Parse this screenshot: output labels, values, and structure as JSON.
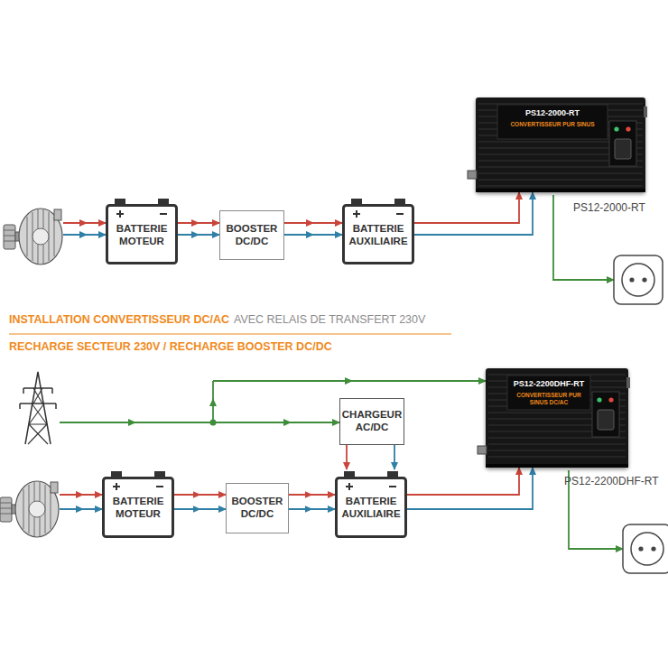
{
  "diagram": {
    "nodes": [
      {
        "text": [
          "BATTERIE MOTEUR"
        ]
      },
      {
        "text": [
          "BOOSTER DC/DC"
        ]
      },
      {
        "text": [
          "BATTERIE AUXILIAIRE"
        ]
      },
      {
        "text": [
          "PS12-2000-RT",
          "CONVERTISSEUR PUR SINUS",
          "PS12-2000-RT"
        ]
      },
      {
        "text": [
          "CHARGEUR AC/DC"
        ]
      },
      {
        "text": [
          "BATTERIE MOTEUR"
        ]
      },
      {
        "text": [
          "BOOSTER DC/DC"
        ]
      },
      {
        "text": [
          "BATTERIE AUXILIAIRE"
        ]
      },
      {
        "text": [
          "PS12-2200DHF-RT",
          "CONVERTISSEUR PUR SINUS DC/AC",
          "PS12-2200DHF-RT"
        ]
      }
    ],
    "edges": [
      {
        "from": 0,
        "to": 1,
        "arrow": "to"
      },
      {
        "from": 0,
        "to": 1,
        "arrow": "to"
      },
      {
        "from": 1,
        "to": 2,
        "arrow": "to"
      },
      {
        "from": 1,
        "to": 2,
        "arrow": "to"
      },
      {
        "from": 2,
        "to": 3,
        "arrow": "to"
      },
      {
        "from": 2,
        "to": 3,
        "arrow": "to"
      },
      {
        "from": 4,
        "to": 7,
        "arrow": "to"
      },
      {
        "from": 4,
        "to": 7,
        "arrow": "to"
      },
      {
        "from": 5,
        "to": 6,
        "arrow": "to"
      },
      {
        "from": 5,
        "to": 6,
        "arrow": "to"
      },
      {
        "from": 6,
        "to": 7,
        "arrow": "to"
      },
      {
        "from": 6,
        "to": 7,
        "arrow": "to"
      },
      {
        "from": 7,
        "to": 8,
        "arrow": "to"
      },
      {
        "from": 7,
        "to": 8,
        "arrow": "to"
      }
    ],
    "labels": [
      "INSTALLATION CONVERTISSEUR DC/AC",
      "AVEC RELAIS DE TRANSFERT 230V",
      "RECHARGE SECTEUR 230V / RECHARGE BOOSTER DC/DC"
    ]
  }
}
